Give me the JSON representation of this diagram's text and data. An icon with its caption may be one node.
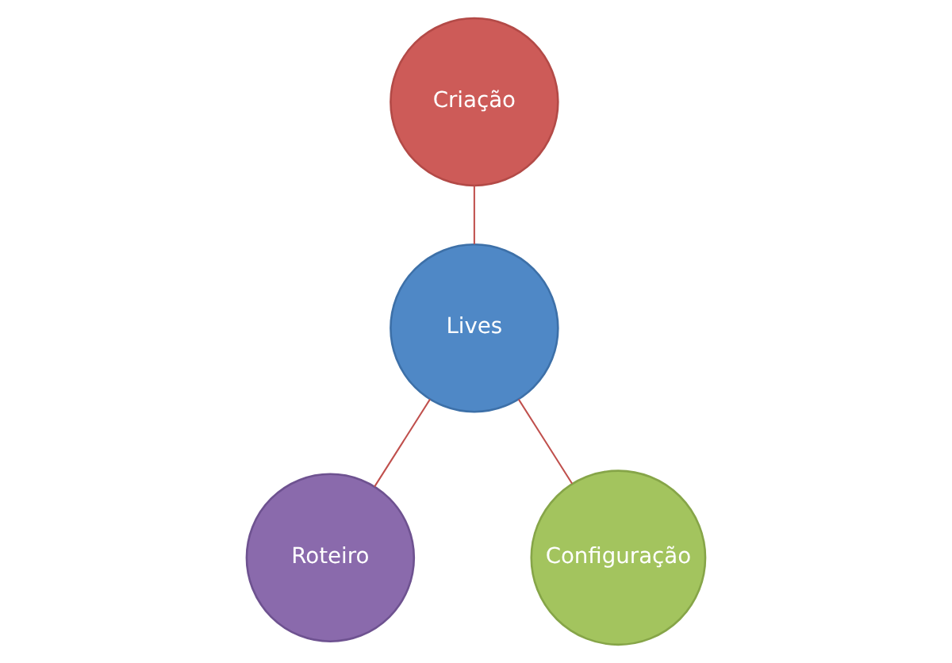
{
  "diagram": {
    "nodes": [
      {
        "text": [
          "Criação"
        ]
      },
      {
        "text": [
          "Lives"
        ]
      },
      {
        "text": [
          "Roteiro"
        ]
      },
      {
        "text": [
          "Configuração"
        ]
      }
    ],
    "edges": [
      {
        "from": 0,
        "to": 1,
        "arrow": "none"
      },
      {
        "from": 1,
        "to": 2,
        "arrow": "none"
      },
      {
        "from": 1,
        "to": 3,
        "arrow": "none"
      }
    ]
  }
}
